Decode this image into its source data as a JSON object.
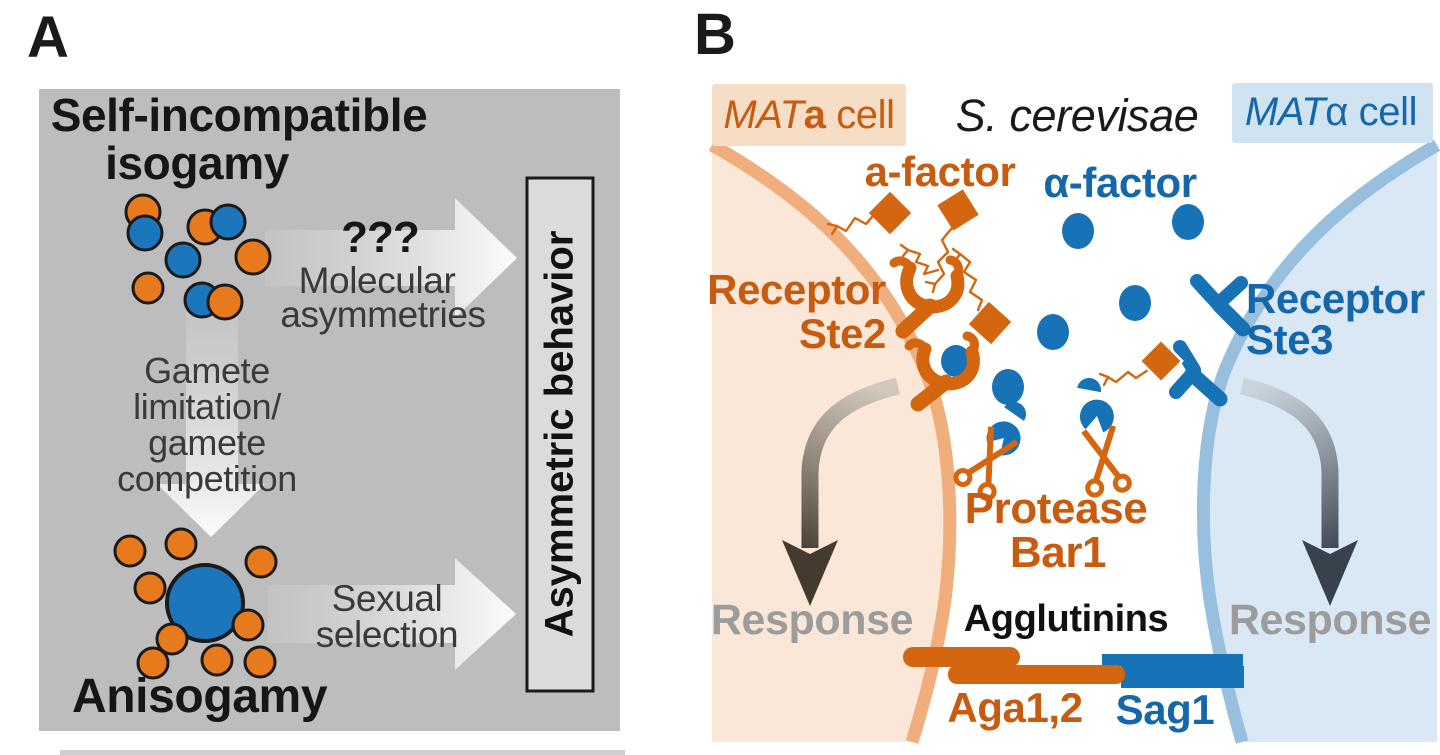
{
  "figure": {
    "panel_a": {
      "label": "A",
      "box_title_line1": "Self-incompatible",
      "box_title_line2": "isogamy",
      "question_marks": "???",
      "molecular_line1": "Molecular",
      "molecular_line2": "asymmetries",
      "gamete_line1": "Gamete",
      "gamete_line2": "limitation/",
      "gamete_line3": "gamete",
      "gamete_line4": "competition",
      "sexual_line1": "Sexual",
      "sexual_line2": "selection",
      "anisogamy": "Anisogamy",
      "outcome": "Asymmetric behavior"
    },
    "panel_b": {
      "label": "B",
      "species": "S. cerevisae",
      "mata_badge": {
        "gene": "MAT",
        "allele": "a",
        "suffix": " cell"
      },
      "matalpha_badge": {
        "gene": "MAT",
        "allele": "α",
        "suffix": " cell"
      },
      "a_factor": "a-factor",
      "alpha_factor": "α-factor",
      "receptor_ste2_line1": "Receptor",
      "receptor_ste2_line2": "Ste2",
      "receptor_ste3_line1": "Receptor",
      "receptor_ste3_line2": "Ste3",
      "protease_line1": "Protease",
      "protease_line2": "Bar1",
      "agglutinins": "Agglutinins",
      "aga": "Aga1,2",
      "sag": "Sag1",
      "response_left": "Response",
      "response_right": "Response"
    },
    "colors": {
      "panel_a_bg": "#BDBDBD",
      "outcome_box_bg": "#DBDBDB",
      "gamete_orange": "#E87A1E",
      "gamete_blue": "#1B76BB",
      "b_orange": "#D4660F",
      "b_orange_text": "#C75B10",
      "b_blue": "#1772B6",
      "b_blue_text": "#1567AC",
      "mata_badge_bg": "#F6DEC6",
      "matalpha_badge_bg": "#CFE3F1",
      "left_cell_fill": "#FAE7D7",
      "left_cell_membrane": "#EFAE7C",
      "right_cell_fill": "#D9E8F4",
      "right_cell_membrane": "#98C0DE",
      "response_text_gray": "#9C9C9C",
      "dark_text": "#3A3A3A"
    }
  }
}
